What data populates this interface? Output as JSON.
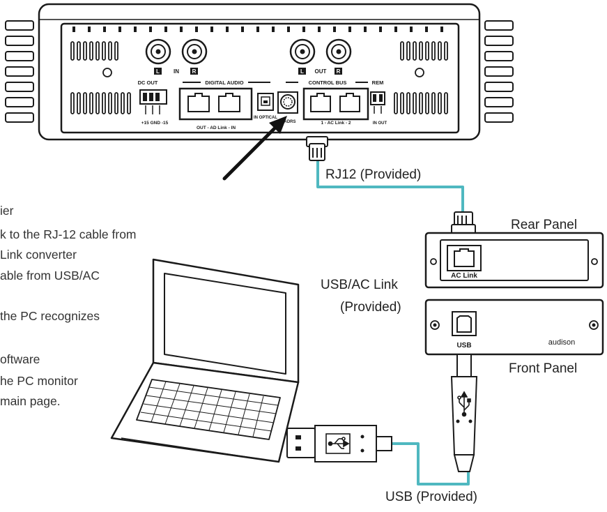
{
  "amplifier": {
    "connector_labels": {
      "in_left": "L",
      "in_label": "IN",
      "in_right": "R",
      "out_left": "L",
      "out_label": "OUT",
      "out_right": "R",
      "dc_out": "DC OUT",
      "digital_audio": "DIGITAL AUDIO",
      "control_bus": "CONTROL BUS",
      "rem": "REM",
      "dc_pins": "+15  GND  -15",
      "ad_link": "OUT  -  AD Link  -  IN",
      "optical": "IN OPTICAL",
      "adrs": "ADRS",
      "ac_link_ports": "1  -  AC Link  -  2",
      "rem_pins": "IN  OUT"
    }
  },
  "converter": {
    "rear_panel_title": "Rear Panel",
    "front_panel_title": "Front Panel",
    "rear_port_label": "AC Link",
    "front_port_label": "USB",
    "brand": "audison"
  },
  "cables": {
    "rj12_label": "RJ12 (Provided)",
    "usb_ac_link_label_line1": "USB/AC Link",
    "usb_ac_link_label_line2": "(Provided)",
    "usb_label": "USB (Provided)"
  },
  "instructions": [
    "ier",
    "k to the RJ-12 cable from",
    " Link converter",
    "able from USB/AC",
    "",
    "the PC recognizes",
    "",
    "oftware",
    "he PC monitor",
    "main page."
  ],
  "colors": {
    "cable": "#4fb8c0",
    "outline": "#1a1a1a",
    "panel_fill": "#ffffff",
    "text": "#222222"
  }
}
